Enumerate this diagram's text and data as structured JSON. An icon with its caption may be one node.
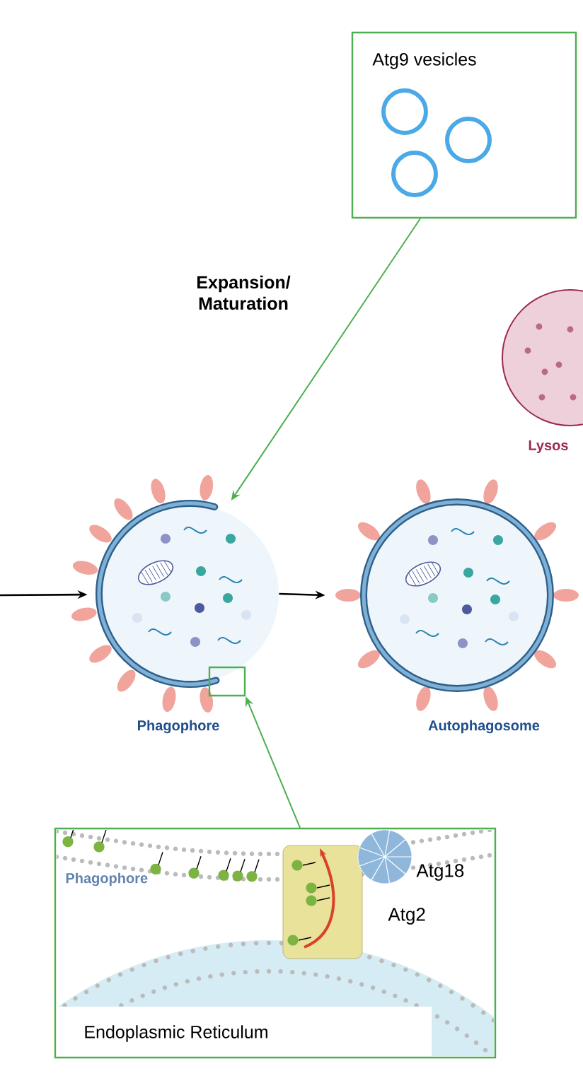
{
  "diagram": {
    "nodes": [
      {
        "text": [
          "Atg9 vesicles"
        ]
      },
      {
        "text": [
          "Phagophore"
        ]
      },
      {
        "text": [],
        "shape": "box"
      },
      {
        "text": [
          "Autophagosome"
        ]
      },
      {
        "text": [
          "Lysos"
        ]
      },
      {
        "text": [
          "Phagophore",
          "Atg18",
          "Atg2",
          "Endoplasmic Reticulum"
        ]
      }
    ],
    "edges": [
      {
        "from": 0,
        "to": 1,
        "arrow": "to",
        "label": "Expansion/ Maturation",
        "color": "#4caf50"
      },
      {
        "from": null,
        "to": 1,
        "arrow": "to",
        "color": "#000000"
      },
      {
        "from": 1,
        "to": 3,
        "arrow": "to",
        "color": "#000000"
      },
      {
        "from": 5,
        "to": 2,
        "arrow": "to",
        "color": "#4caf50"
      }
    ]
  }
}
